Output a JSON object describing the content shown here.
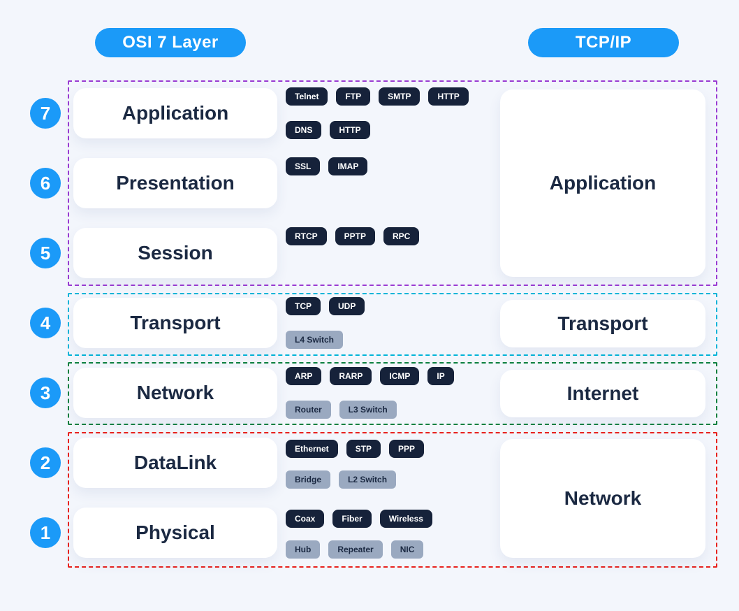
{
  "headers": {
    "left": "OSI 7 Layer",
    "right": "TCP/IP"
  },
  "colors": {
    "bg": "#f3f6fc",
    "accent_blue": "#1b9af8",
    "dark_navy": "#1b2942",
    "dark_pill": "#16223a",
    "gray_pill": "#9aa9c0",
    "group_purple": "#9a3bd2",
    "group_cyan": "#00b4d8",
    "group_green": "#0c8040",
    "group_red": "#e8221e"
  },
  "osi": [
    {
      "num": "7",
      "name": "Application"
    },
    {
      "num": "6",
      "name": "Presentation"
    },
    {
      "num": "5",
      "name": "Session"
    },
    {
      "num": "4",
      "name": "Transport"
    },
    {
      "num": "3",
      "name": "Network"
    },
    {
      "num": "2",
      "name": "DataLink"
    },
    {
      "num": "1",
      "name": "Physical"
    }
  ],
  "tcpip": {
    "application": "Application",
    "transport": "Transport",
    "internet": "Internet",
    "network": "Network"
  },
  "tags": {
    "l7a": [
      "Telnet",
      "FTP",
      "SMTP",
      "HTTP"
    ],
    "l7b": [
      "DNS",
      "HTTP"
    ],
    "l6": [
      "SSL",
      "IMAP"
    ],
    "l5": [
      "RTCP",
      "PPTP",
      "RPC"
    ],
    "l4": [
      "TCP",
      "UDP"
    ],
    "l4hw": [
      "L4 Switch"
    ],
    "l3": [
      "ARP",
      "RARP",
      "ICMP",
      "IP"
    ],
    "l3hw": [
      "Router",
      "L3 Switch"
    ],
    "l2": [
      "Ethernet",
      "STP",
      "PPP"
    ],
    "l2hw": [
      "Bridge",
      "L2 Switch"
    ],
    "l1": [
      "Coax",
      "Fiber",
      "Wireless"
    ],
    "l1hw": [
      "Hub",
      "Repeater",
      "NIC"
    ]
  }
}
